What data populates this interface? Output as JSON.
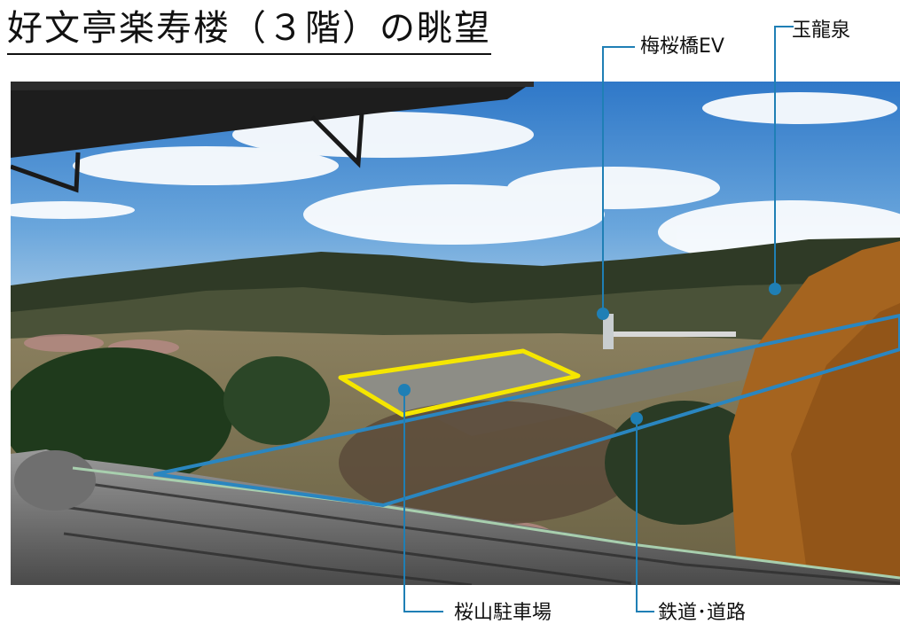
{
  "title": "好文亭楽寿楼（３階）の眺望",
  "labels": {
    "umezakurabashi_ev": "梅桜橋EV",
    "gyokuryusen": "玉龍泉",
    "sakurayama_parking": "桜山駐車場",
    "railway_road": "鉄道･道路"
  },
  "colors": {
    "callout_line": "#1f7fb5",
    "parking_outline": "#f5e600",
    "railway_outline": "#2a86c0",
    "text": "#111111"
  }
}
